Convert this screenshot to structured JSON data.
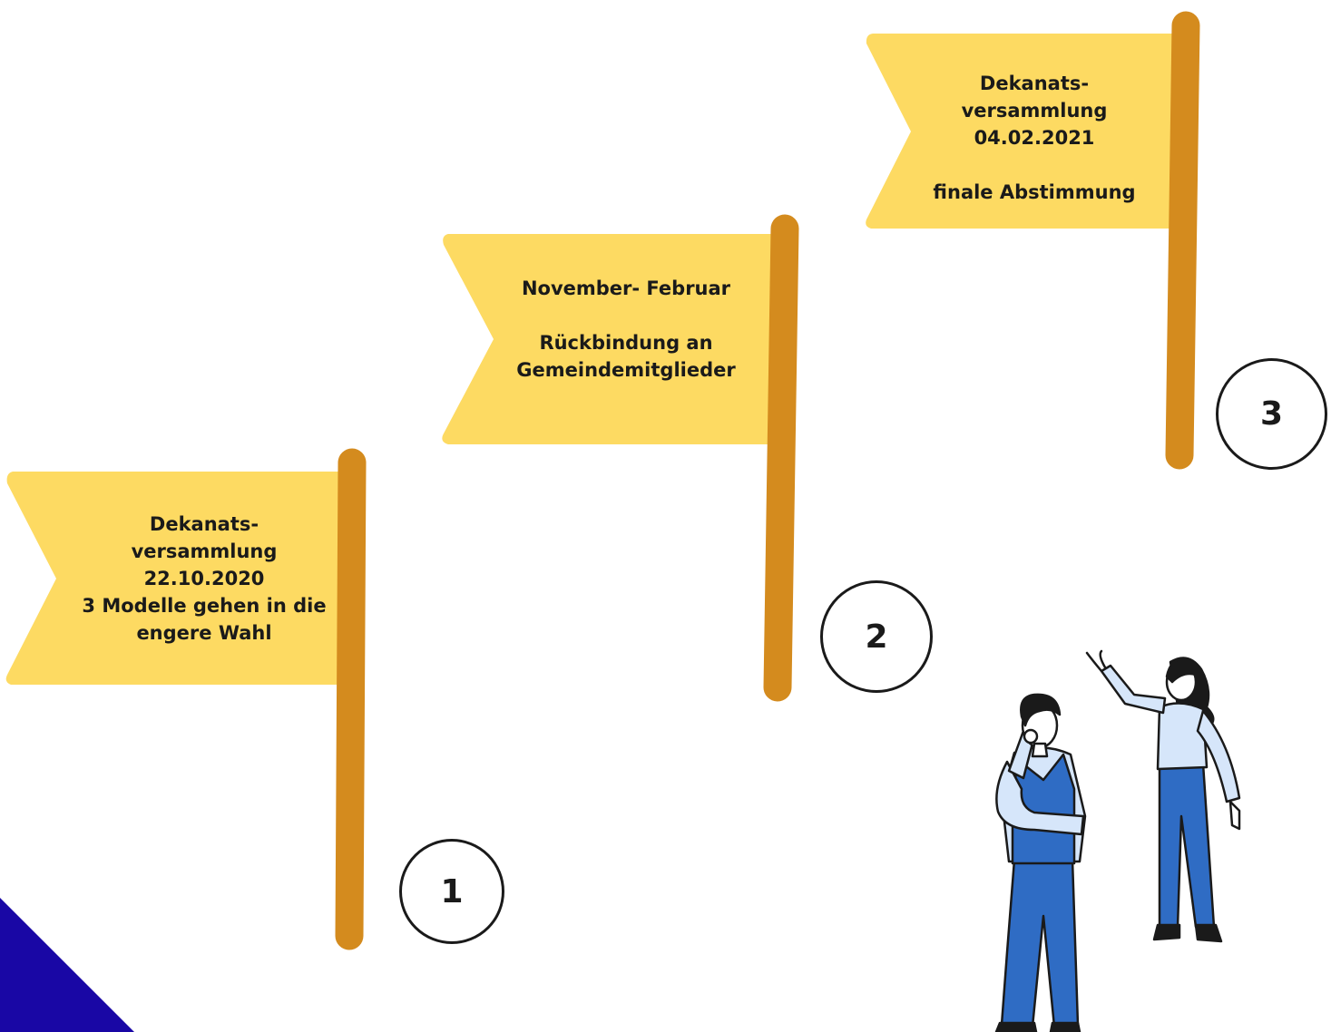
{
  "colors": {
    "flag": "#fdda62",
    "pole": "#d48b1e",
    "circle_border": "#1a1a1a",
    "corner_triangle": "#1907a5",
    "shirt": "#d6e6fa",
    "trousers": "#2f6cc4",
    "vest": "#2f6cc4",
    "hair": "#1a1a1a"
  },
  "steps": [
    {
      "number": "1",
      "text": "Dekanats-\nversammlung\n22.10.2020\n3 Modelle gehen in die\nengere Wahl"
    },
    {
      "number": "2",
      "text": "November- Februar\n\nRückbindung an\nGemeindemitglieder"
    },
    {
      "number": "3",
      "text": "Dekanats-\nversammlung\n04.02.2021\n\nfinale Abstimmung"
    }
  ],
  "icons": {
    "people": "two-people-pointing-illustration"
  }
}
